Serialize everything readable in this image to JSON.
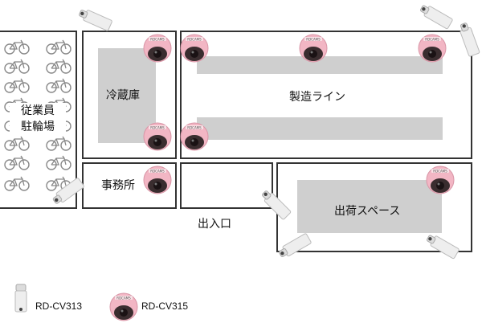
{
  "floor_plan": {
    "areas": {
      "parking": "従業員\n駐輪場",
      "freezer": "冷蔵庫",
      "production": "製造ライン",
      "office": "事務所",
      "entrance": "出入口",
      "shipping": "出荷スペース"
    },
    "camera_badge_text": "RDCAMS"
  },
  "legend": {
    "bullet_model": "RD-CV313",
    "dome_model": "RD-CV315"
  },
  "colors": {
    "dome_pink": "#f2b6c4",
    "dome_lens": "#3a2d2f",
    "bullet_body": "#eeeeee",
    "floor_gray": "#cfcfcf",
    "wall": "#333333"
  }
}
